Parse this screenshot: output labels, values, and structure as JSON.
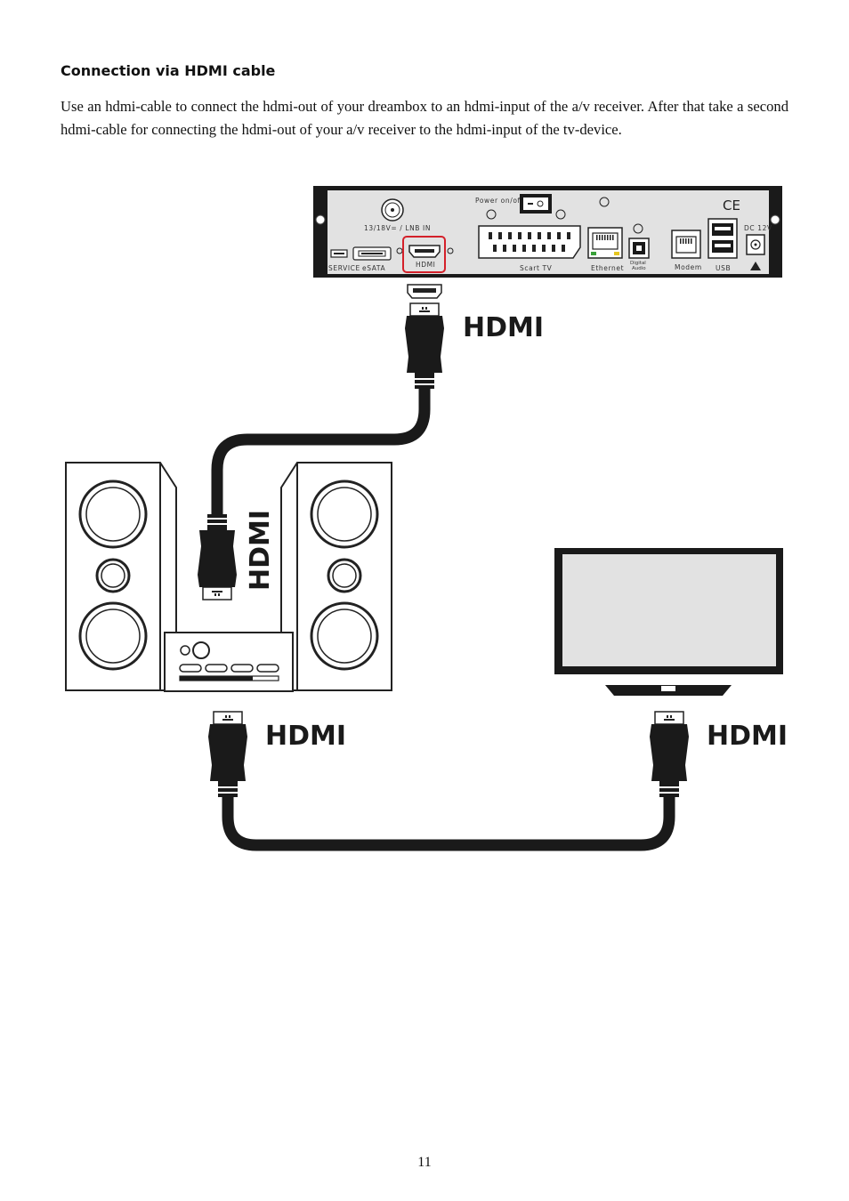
{
  "section_title": "Connection via HDMI cable",
  "body_text": "Use an hdmi-cable to connect the hdmi-out of your dreambox to an hdmi-input of the a/v receiver. After that take a second hdmi-cable for connecting the hdmi-out of your a/v receiver to the hdmi-input of the tv-device.",
  "page_number": "11",
  "receiver_panel": {
    "power_label": "Power on/off",
    "lnb_label": "13/18V= / LNB IN",
    "service_label": "SERVICE",
    "esata_label": "eSATA",
    "hdmi_port_label": "HDMI",
    "scart_label": "Scart TV",
    "ethernet_label": "Ethernet",
    "digital_audio_label_1": "Digital",
    "digital_audio_label_2": "Audio",
    "modem_label": "Modem",
    "usb_label": "USB",
    "dc_label": "DC 12V",
    "ce_mark": "CE",
    "highlight_color": "#d4202a"
  },
  "cable_labels": {
    "top": "HDMI",
    "speaker": "HDMI",
    "bottom_left": "HDMI",
    "bottom_right": "HDMI"
  }
}
